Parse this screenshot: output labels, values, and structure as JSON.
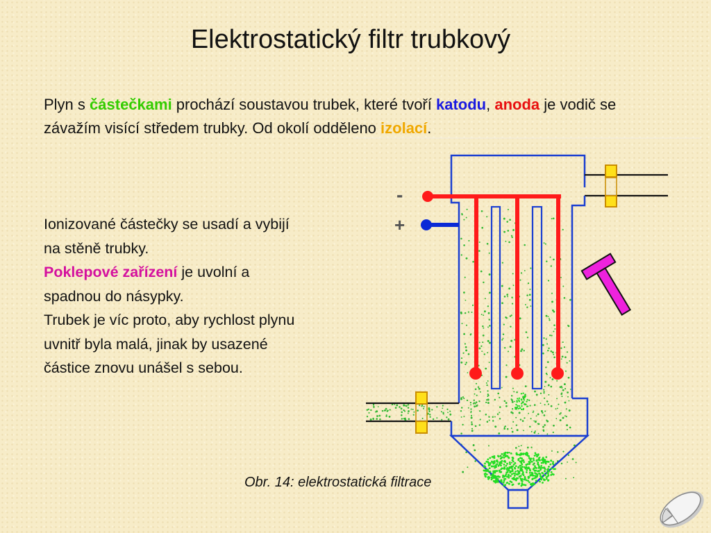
{
  "slide": {
    "title": "Elektrostatický filtr trubkový",
    "intro": {
      "t1": "Plyn s ",
      "castecky": "částečkami",
      "t2": " prochází soustavou trubek, které tvoří ",
      "katodu": "katodu",
      "comma": ",",
      "space": " ",
      "anoda": "anoda",
      "t3": " je vodič se závažím visící středem trubky. Od okolí odděleno ",
      "izolaci": "izolací",
      "period": "."
    },
    "side": {
      "line1": "Ionizované částečky se usadí a vybijí na stěně trubky.",
      "poklepove": "Poklepové zařízení",
      "line2": " je uvolní a spadnou do násypky.",
      "line3": "Trubek je víc proto, aby rychlost plynu uvnitř byla malá, jinak by usazené částice znovu unášel s sebou."
    },
    "caption": "Obr. 14: elektrostatická filtrace"
  },
  "diagram": {
    "minus_label": "-",
    "plus_label": "+",
    "colors": {
      "cathode": "#ff1a1a",
      "anode_wire": "#0a2ad6",
      "walls": "#1a3fd1",
      "insulator": "#ffe01a",
      "hammer": "#ee22dd",
      "particles": "#33b833",
      "pile": "#22dd22"
    }
  },
  "icons": {
    "mouse": "mouse-icon"
  }
}
